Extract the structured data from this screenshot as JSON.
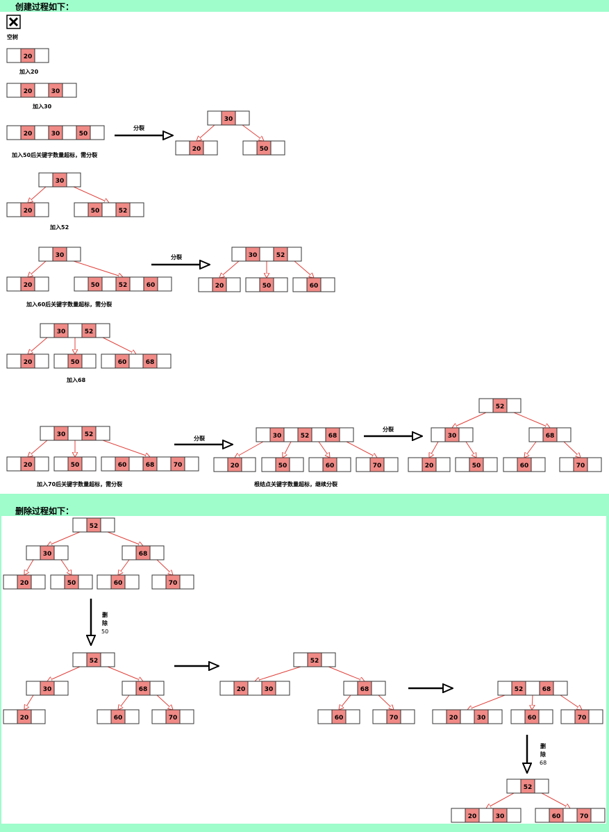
{
  "create_heading": "创建过程如下：",
  "delete_heading": "删除过程如下：",
  "empty_label": "空树",
  "split_label": "分裂",
  "captions": {
    "add20": "加入20",
    "add30": "加入30",
    "add50": "加入50后关键字数量超标，需分裂",
    "add52": "加入52",
    "add60": "加入60后关键字数量超标，需分裂",
    "add68": "加入68",
    "add70": "加入70后关键字数量超标，需分裂",
    "root_split": "根结点关键字数量超标，继续分裂",
    "del50_a": "删",
    "del50_b": "除",
    "del50_c": "50",
    "del68_a": "删",
    "del68_b": "除",
    "del68_c": "68"
  },
  "colors": {
    "band": "#9ffccb",
    "key_fill": "#f08a86",
    "edge": "#e0403a"
  }
}
